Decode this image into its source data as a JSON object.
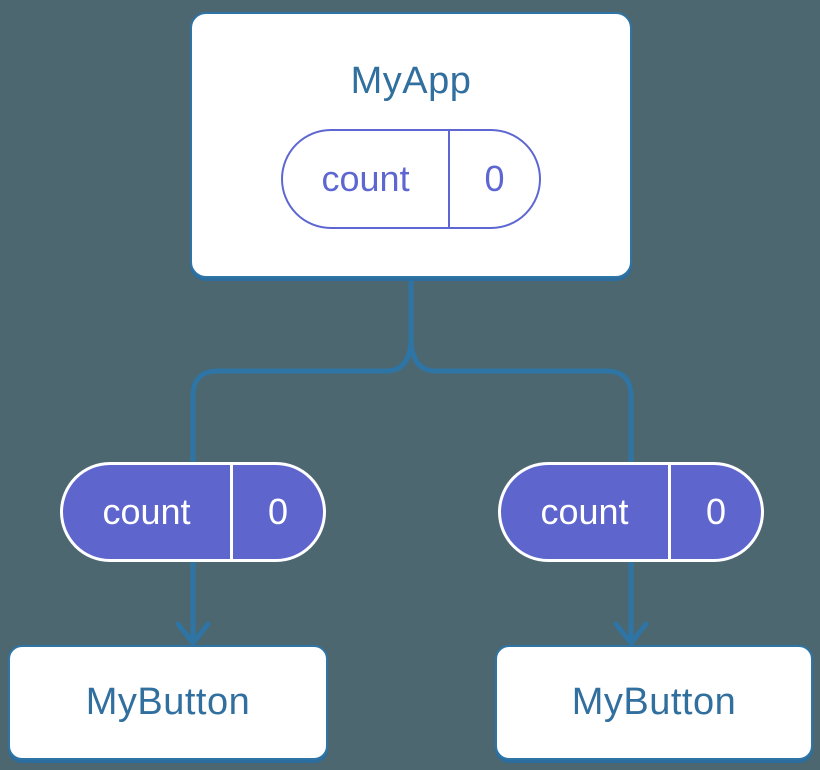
{
  "diagram": {
    "root": {
      "title": "MyApp",
      "state": {
        "name": "count",
        "value": "0"
      }
    },
    "children": [
      {
        "title": "MyButton",
        "prop": {
          "name": "count",
          "value": "0"
        }
      },
      {
        "title": "MyButton",
        "prop": {
          "name": "count",
          "value": "0"
        }
      }
    ],
    "colors": {
      "background": "#4C6770",
      "connector": "#2E74A4",
      "node_border": "#2E74A4",
      "node_fill": "#FFFFFF",
      "node_title_text": "#316F9E",
      "state_accent": "#5E67D1",
      "prop_pill_fill": "#5E66CE",
      "prop_pill_text": "#FFFFFF"
    }
  }
}
